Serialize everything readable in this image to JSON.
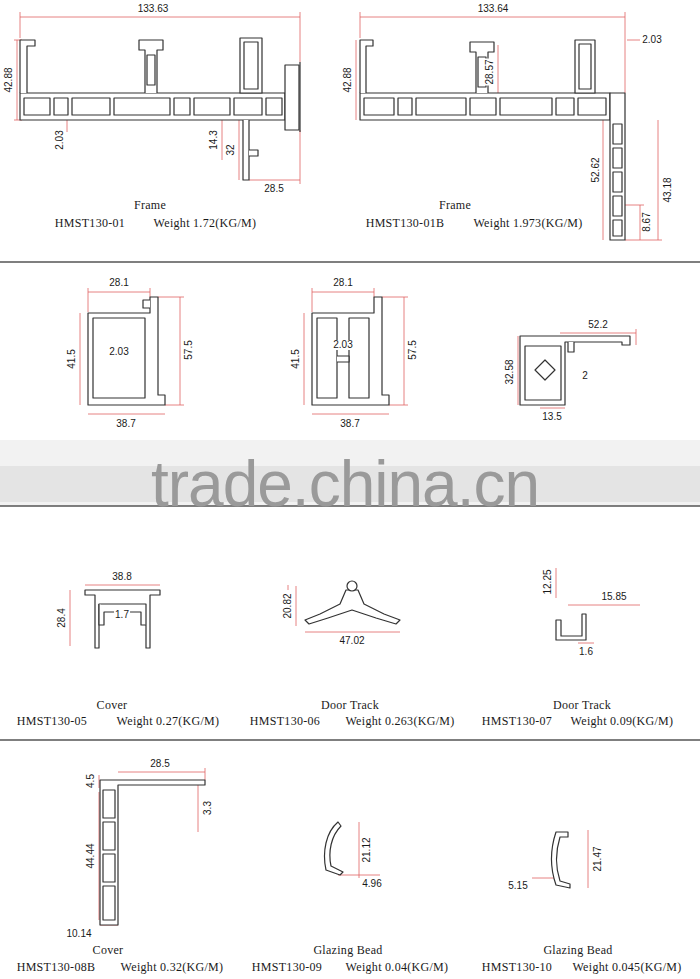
{
  "diagram": {
    "labels": [
      "133.63",
      "42.88",
      "2.03",
      "14.3",
      "32",
      "28.5",
      "Frame",
      "HMST130-01",
      "Weight 1.72(KG/M)",
      "133.64",
      "2.03",
      "42.88",
      "28.57",
      "52.62",
      "43.18",
      "8.67",
      "Frame",
      "HMST130-01B",
      "Weight 1.973(KG/M)",
      "28.1",
      "41.5",
      "2.03",
      "57.5",
      "38.7",
      "28.1",
      "41.5",
      "2.03",
      "57.5",
      "38.7",
      "52.2",
      "32.58",
      "2",
      "13.5",
      "trade.china.cn",
      "38.8",
      "28.4",
      "1.7",
      "Cover",
      "HMST130-05",
      "Weight 0.27(KG/M)",
      "20.82",
      "47.02",
      "Door Track",
      "HMST130-06",
      "Weight 0.263(KG/M)",
      "12.25",
      "15.85",
      "1.6",
      "Door Track",
      "HMST130-07",
      "Weight 0.09(KG/M)",
      "28.5",
      "4.5",
      "3.3",
      "44.44",
      "10.14",
      "Cover",
      "HMST130-08B",
      "Weight 0.32(KG/M)",
      "21.12",
      "4.96",
      "Glazing Bead",
      "HMST130-09",
      "Weight 0.04(KG/M)",
      "5.15",
      "21.47",
      "Glazing Bead",
      "HMST130-10",
      "Weight 0.045(KG/M)"
    ]
  }
}
